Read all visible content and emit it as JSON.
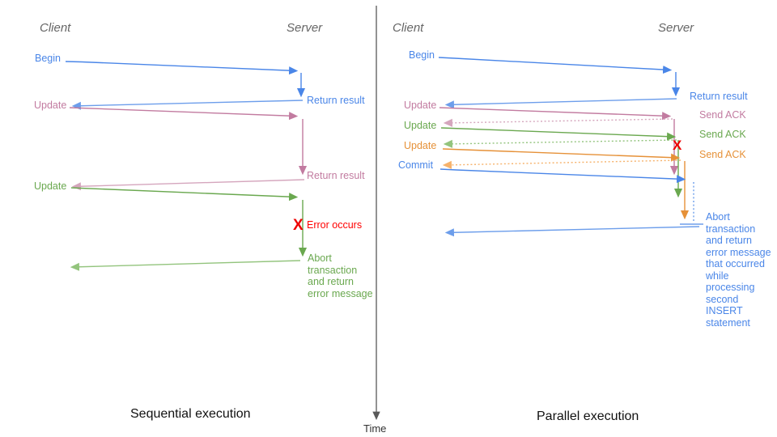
{
  "left": {
    "client": "Client",
    "server": "Server",
    "begin": "Begin",
    "return1": "Return result",
    "update1": "Update",
    "return2": "Return result",
    "update2": "Update",
    "error_mark": "X",
    "error": "Error occurs",
    "abort": "Abort\ntransaction\nand return\nerror message",
    "title": "Sequential execution"
  },
  "right": {
    "client": "Client",
    "server": "Server",
    "begin": "Begin",
    "return1": "Return result",
    "update1": "Update",
    "ack1": "Send ACK",
    "update2": "Update",
    "ack2": "Send ACK",
    "update3": "Update",
    "ack3": "Send ACK",
    "commit": "Commit",
    "error_mark": "X",
    "abort": "Abort\ntransaction\nand return\nerror message\nthat occurred\nwhile\nprocessing\nsecond\nINSERT\nstatement",
    "title": "Parallel execution"
  },
  "time_label": "Time",
  "colors": {
    "blue": "#4a86e8",
    "blue_light": "#6d9eeb",
    "pink": "#c27ba0",
    "pink_light": "#d5a6bd",
    "green": "#6aa84f",
    "green_light": "#93c47d",
    "orange": "#e69138",
    "orange_light": "#f6b26b",
    "red": "#ee0000",
    "header_gray": "#666666",
    "axis_gray": "#595959"
  }
}
